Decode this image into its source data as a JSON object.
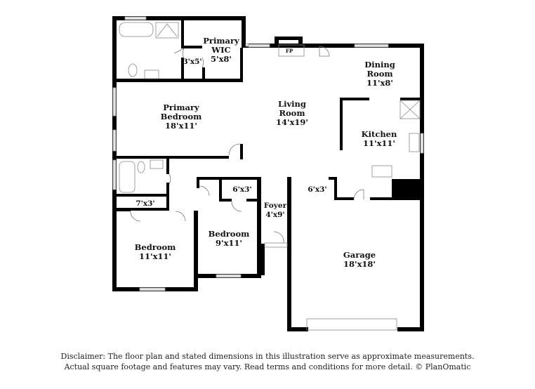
{
  "plan": {
    "type": "floor-plan",
    "rooms": [
      {
        "id": "primary-wic",
        "name": "Primary WIC",
        "line1": "Primary",
        "line2": "WIC",
        "dims": "5'x8'"
      },
      {
        "id": "primary-bath-closet",
        "name": "",
        "dims": "3'x5'"
      },
      {
        "id": "primary-bedroom",
        "name": "Primary Bedroom",
        "line1": "Primary",
        "line2": "Bedroom",
        "dims": "18'x11'"
      },
      {
        "id": "living-room",
        "name": "Living Room",
        "line1": "Living",
        "line2": "Room",
        "dims": "14'x19'"
      },
      {
        "id": "dining-room",
        "name": "Dining Room",
        "line1": "Dining",
        "line2": "Room",
        "dims": "11'x8'"
      },
      {
        "id": "kitchen",
        "name": "Kitchen",
        "dims": "11'x11'"
      },
      {
        "id": "closet-7x3",
        "name": "",
        "dims": "7'x3'"
      },
      {
        "id": "closet-6x3-bedroom",
        "name": "",
        "dims": "6'x3'"
      },
      {
        "id": "foyer",
        "name": "Foyer",
        "dims": "4'x9'"
      },
      {
        "id": "laundry-6x3",
        "name": "",
        "dims": "6'x3'"
      },
      {
        "id": "bedroom-2",
        "name": "Bedroom",
        "dims": "9'x11'"
      },
      {
        "id": "bedroom-3",
        "name": "Bedroom",
        "dims": "11'x11'"
      },
      {
        "id": "garage",
        "name": "Garage",
        "dims": "18'x18'"
      }
    ],
    "fireplace_label": "FP"
  },
  "disclaimer": {
    "line1": "Disclaimer: The floor plan and stated dimensions in this illustration serve as approximate measurements.",
    "line2": "Actual square footage and features may vary. Read terms and conditions for more detail. © PlanOmatic"
  },
  "colors": {
    "wall": "#000000",
    "window": "#d9d9d9",
    "fixture": "#888888",
    "background": "#ffffff"
  }
}
